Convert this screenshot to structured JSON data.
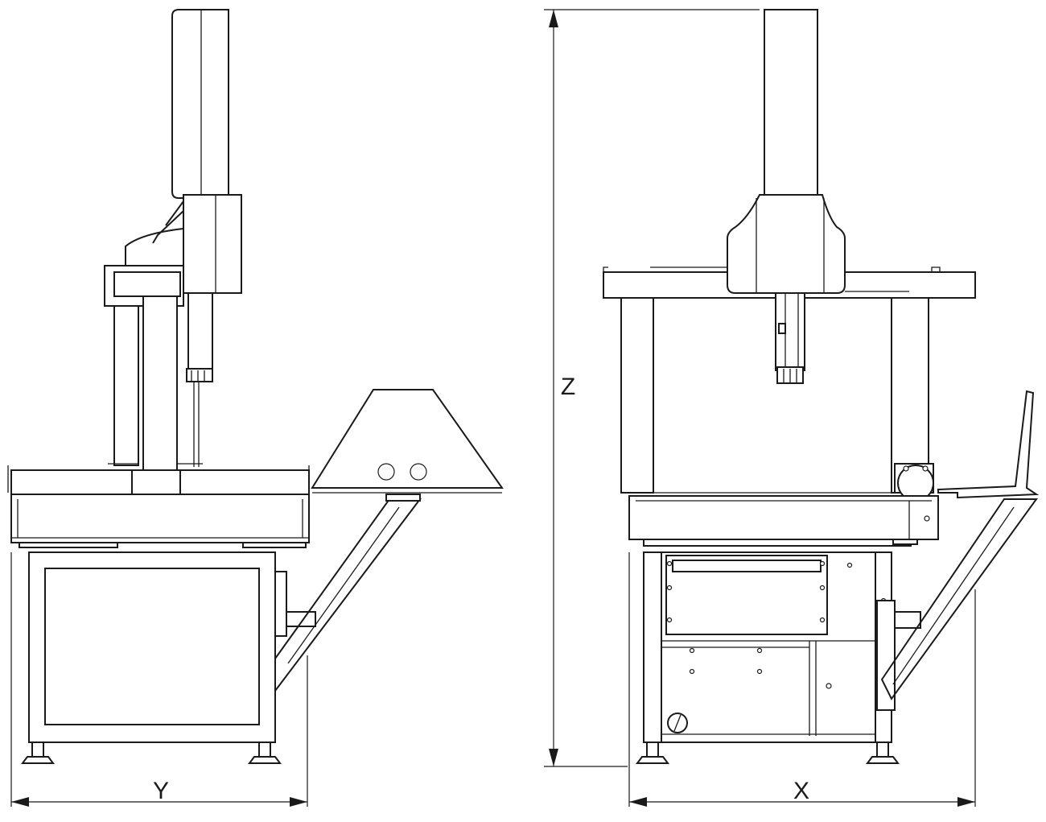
{
  "dimensions": {
    "y_label": "Y",
    "z_label": "Z",
    "x_label": "X"
  },
  "colors": {
    "line": "#1a1a1a",
    "background": "#ffffff"
  }
}
